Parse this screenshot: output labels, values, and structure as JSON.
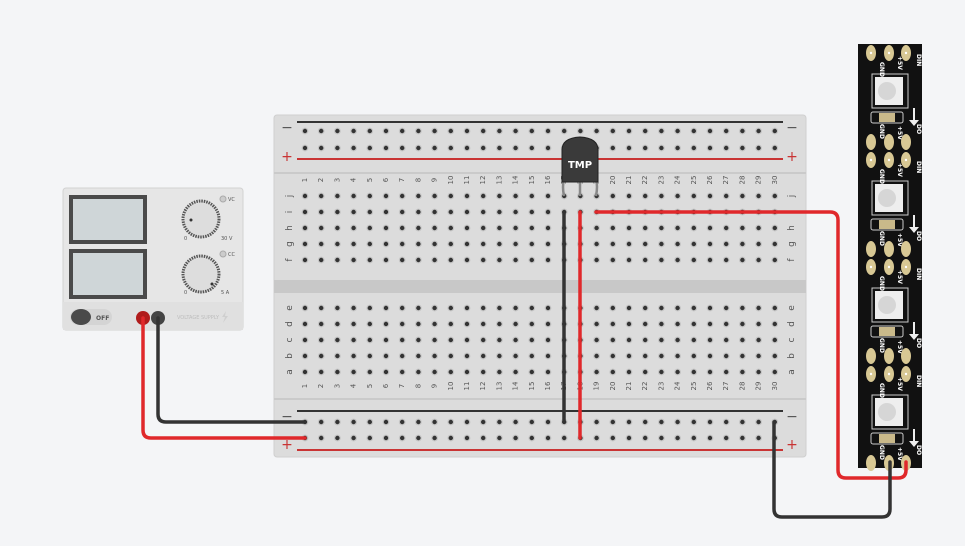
{
  "breadboard": {
    "columns": [
      "1",
      "2",
      "3",
      "4",
      "5",
      "6",
      "7",
      "8",
      "9",
      "10",
      "11",
      "12",
      "13",
      "14",
      "15",
      "16",
      "17",
      "18",
      "19",
      "20",
      "21",
      "22",
      "23",
      "24",
      "25",
      "26",
      "27",
      "28",
      "29",
      "30"
    ],
    "rows_top": [
      "j",
      "i",
      "h",
      "g",
      "f"
    ],
    "rows_bottom": [
      "e",
      "d",
      "c",
      "b",
      "a"
    ],
    "minus": "−",
    "plus": "+"
  },
  "sensor": {
    "label": "TMP"
  },
  "power_supply": {
    "vc": "VC",
    "cc": "CC",
    "v_min": "0",
    "v_max": "30 V",
    "a_min": "0",
    "a_max": "5 A",
    "switch": "OFF",
    "brand": "VOLTAGE SUPPLY"
  },
  "led_strip": {
    "din": "DIN",
    "v5": "+5V",
    "gnd": "GND",
    "do": "DO"
  },
  "colors": {
    "red": "#e0282b",
    "black": "#333333",
    "rail_red": "#c93434",
    "strip": "#111111"
  }
}
